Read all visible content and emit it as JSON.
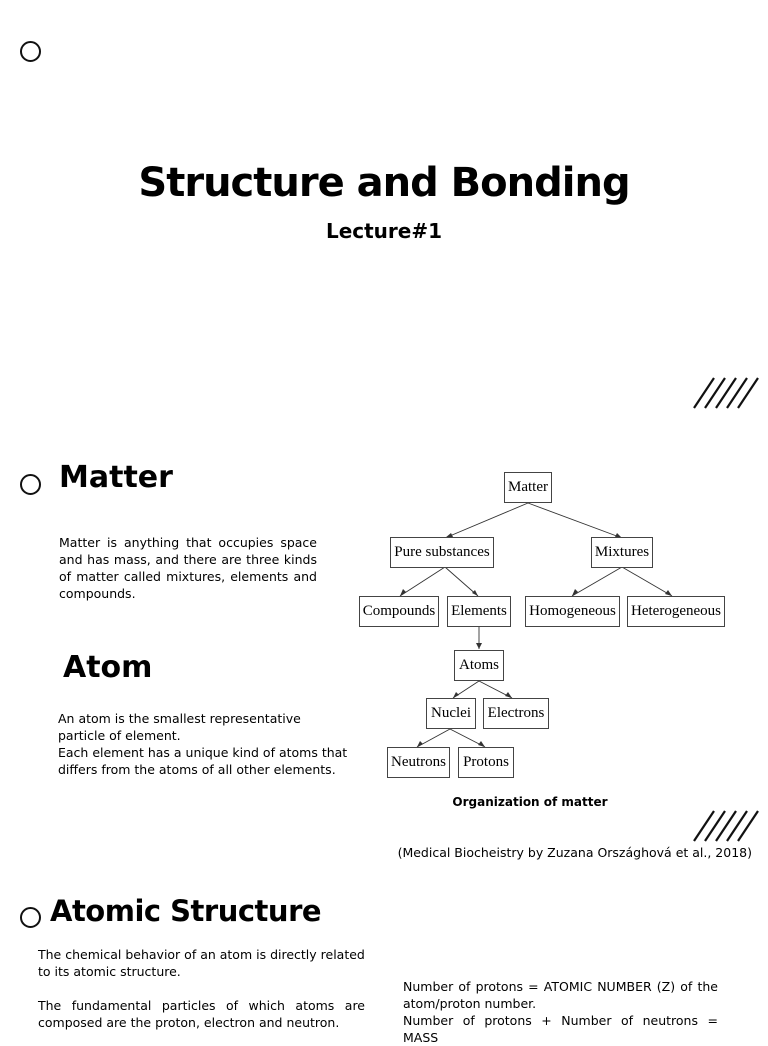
{
  "title": {
    "main": "Structure and Bonding",
    "sub": "Lecture#1"
  },
  "matter_section": {
    "heading": "Matter",
    "text": "Matter is anything that occupies space and has mass, and there are three kinds of matter called mixtures, elements and compounds."
  },
  "atom_section": {
    "heading": "Atom",
    "line1": "An atom is the smallest representative particle of element.",
    "line2": "Each element has a unique kind of atoms that differs from the atoms of all other elements."
  },
  "diagram": {
    "nodes": {
      "matter": "Matter",
      "pure": "Pure substances",
      "mixtures": "Mixtures",
      "compounds": "Compounds",
      "elements": "Elements",
      "homogeneous": "Homogeneous",
      "heterogeneous": "Heterogeneous",
      "atoms": "Atoms",
      "nuclei": "Nuclei",
      "electrons": "Electrons",
      "neutrons": "Neutrons",
      "protons": "Protons"
    },
    "caption": "Organization of matter",
    "citation": "(Medical Biocheistry by Zuzana Országhová et al., 2018)"
  },
  "atomic_structure": {
    "heading": "Atomic Structure",
    "para1": "The chemical behavior of an atom is directly related to its atomic structure.",
    "para2": "The fundamental particles of which atoms are composed are the proton, electron and neutron.",
    "right1": "Number of protons = ATOMIC NUMBER (Z) of the atom/proton number.",
    "right2": "Number of protons + Number of neutrons = MASS"
  }
}
